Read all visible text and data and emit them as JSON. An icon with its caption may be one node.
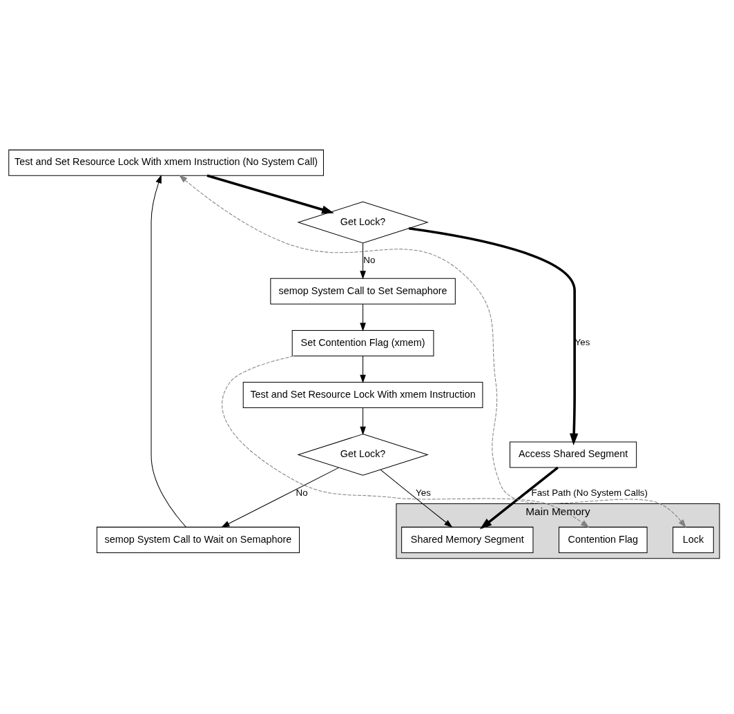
{
  "diagram": {
    "nodes": [
      {
        "text": [
          "Test and Set Resource Lock With xmem Instruction (No System Call)"
        ]
      },
      {
        "text": [
          "Get Lock?"
        ]
      },
      {
        "text": [
          "semop System Call to Set Semaphore"
        ]
      },
      {
        "text": [
          "Access Shared Segment"
        ]
      },
      {
        "text": [
          "Set Contention Flag (xmem)"
        ]
      },
      {
        "text": [
          "Test and Set Resource Lock With xmem Instruction"
        ]
      },
      {
        "text": [
          "Get Lock?"
        ]
      },
      {
        "text": [
          "semop System Call to Wait on Semaphore"
        ]
      },
      {
        "text": [
          "Main Memory"
        ]
      },
      {
        "text": [
          "Lock"
        ],
        "in": 8
      },
      {
        "text": [
          "Contention Flag"
        ],
        "in": 8
      },
      {
        "text": [
          "Shared Memory Segment"
        ],
        "in": 8
      }
    ],
    "edges": [
      {
        "from": 0,
        "to": 1,
        "arrow": "to",
        "style": "thick"
      },
      {
        "from": 1,
        "to": 2,
        "arrow": "to",
        "label": "No"
      },
      {
        "from": 1,
        "to": 3,
        "arrow": "to",
        "label": "Yes",
        "style": "thick"
      },
      {
        "from": 2,
        "to": 4,
        "arrow": "to"
      },
      {
        "from": 4,
        "to": 5,
        "arrow": "to"
      },
      {
        "from": 5,
        "to": 6,
        "arrow": "to"
      },
      {
        "from": 6,
        "to": 11,
        "arrow": "to",
        "label": "Yes"
      },
      {
        "from": 6,
        "to": 7,
        "arrow": "to",
        "label": "No"
      },
      {
        "from": 7,
        "to": 0,
        "arrow": "to"
      },
      {
        "from": 3,
        "to": 11,
        "arrow": "to",
        "label": "Fast Path (No System Calls)",
        "style": "thick"
      },
      {
        "from": 0,
        "to": 9,
        "arrow": "both",
        "style": "dashed",
        "color": "#808080"
      },
      {
        "from": 4,
        "to": 10,
        "arrow": "to",
        "style": "dashed",
        "color": "#808080"
      }
    ]
  }
}
